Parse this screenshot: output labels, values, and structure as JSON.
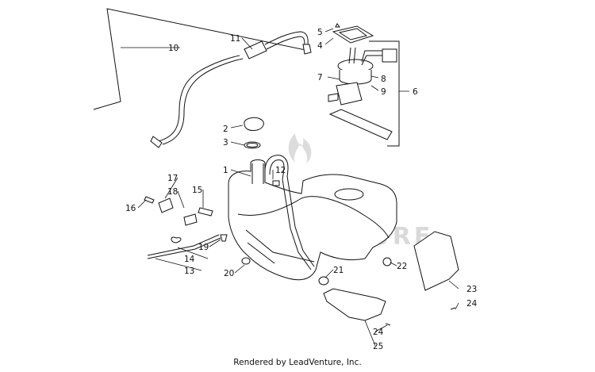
{
  "diagram": {
    "watermark_text": "ADVENTURE",
    "watermark_color": "#d9d9d9",
    "line_color": "#111111",
    "callouts": [
      "1",
      "2",
      "3",
      "4",
      "5",
      "6",
      "7",
      "8",
      "9",
      "10",
      "11",
      "12",
      "13",
      "14",
      "15",
      "16",
      "17",
      "18",
      "19",
      "20",
      "21",
      "22",
      "23",
      "24",
      "24",
      "25"
    ]
  },
  "footer": {
    "text": "Rendered by LeadVenture, Inc."
  }
}
